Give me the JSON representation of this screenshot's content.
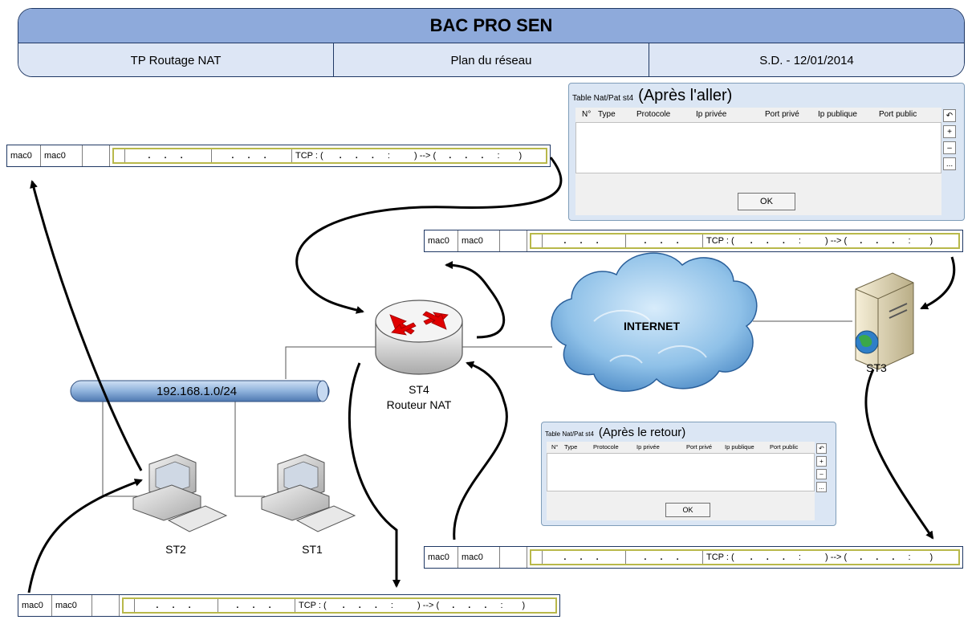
{
  "header": {
    "title": "BAC PRO SEN",
    "subject": "TP Routage NAT",
    "section": "Plan du réseau",
    "author_date": "S.D. - 12/01/2014"
  },
  "frame": {
    "mac_src": "mac0",
    "mac_dst": "mac0",
    "ip_dots": ". . .",
    "tcp_text": "TCP : (",
    "tcp_sep": ":",
    "tcp_arrow": ") --> (",
    "tcp_end": ")"
  },
  "nat_table_aller": {
    "small_title": "Table Nat/Pat st4",
    "big_title": "(Après l'aller)",
    "columns": [
      "N°",
      "Type",
      "Protocole",
      "Ip privée",
      "Port privé",
      "Ip publique",
      "Port public"
    ],
    "ok_label": "OK",
    "side_buttons": [
      "↶",
      "+",
      "–",
      "..."
    ]
  },
  "nat_table_retour": {
    "small_title": "Table Nat/Pat st4",
    "big_title": "(Après le retour)",
    "columns": [
      "N°",
      "Type",
      "Protocole",
      "Ip privée",
      "Port privé",
      "Ip publique",
      "Port public"
    ],
    "ok_label": "OK",
    "side_buttons": [
      "↶",
      "+",
      "–",
      "..."
    ]
  },
  "nodes": {
    "router_name": "ST4",
    "router_role": "Routeur NAT",
    "internet": "INTERNET",
    "server": "ST3",
    "pc2": "ST2",
    "pc1": "ST1",
    "lan": "192.168.1.0/24"
  },
  "colors": {
    "header_fill": "#8eaadb",
    "header_sub_fill": "#dde6f5",
    "arrow_color": "#000000",
    "router_arrow": "#e00000"
  }
}
